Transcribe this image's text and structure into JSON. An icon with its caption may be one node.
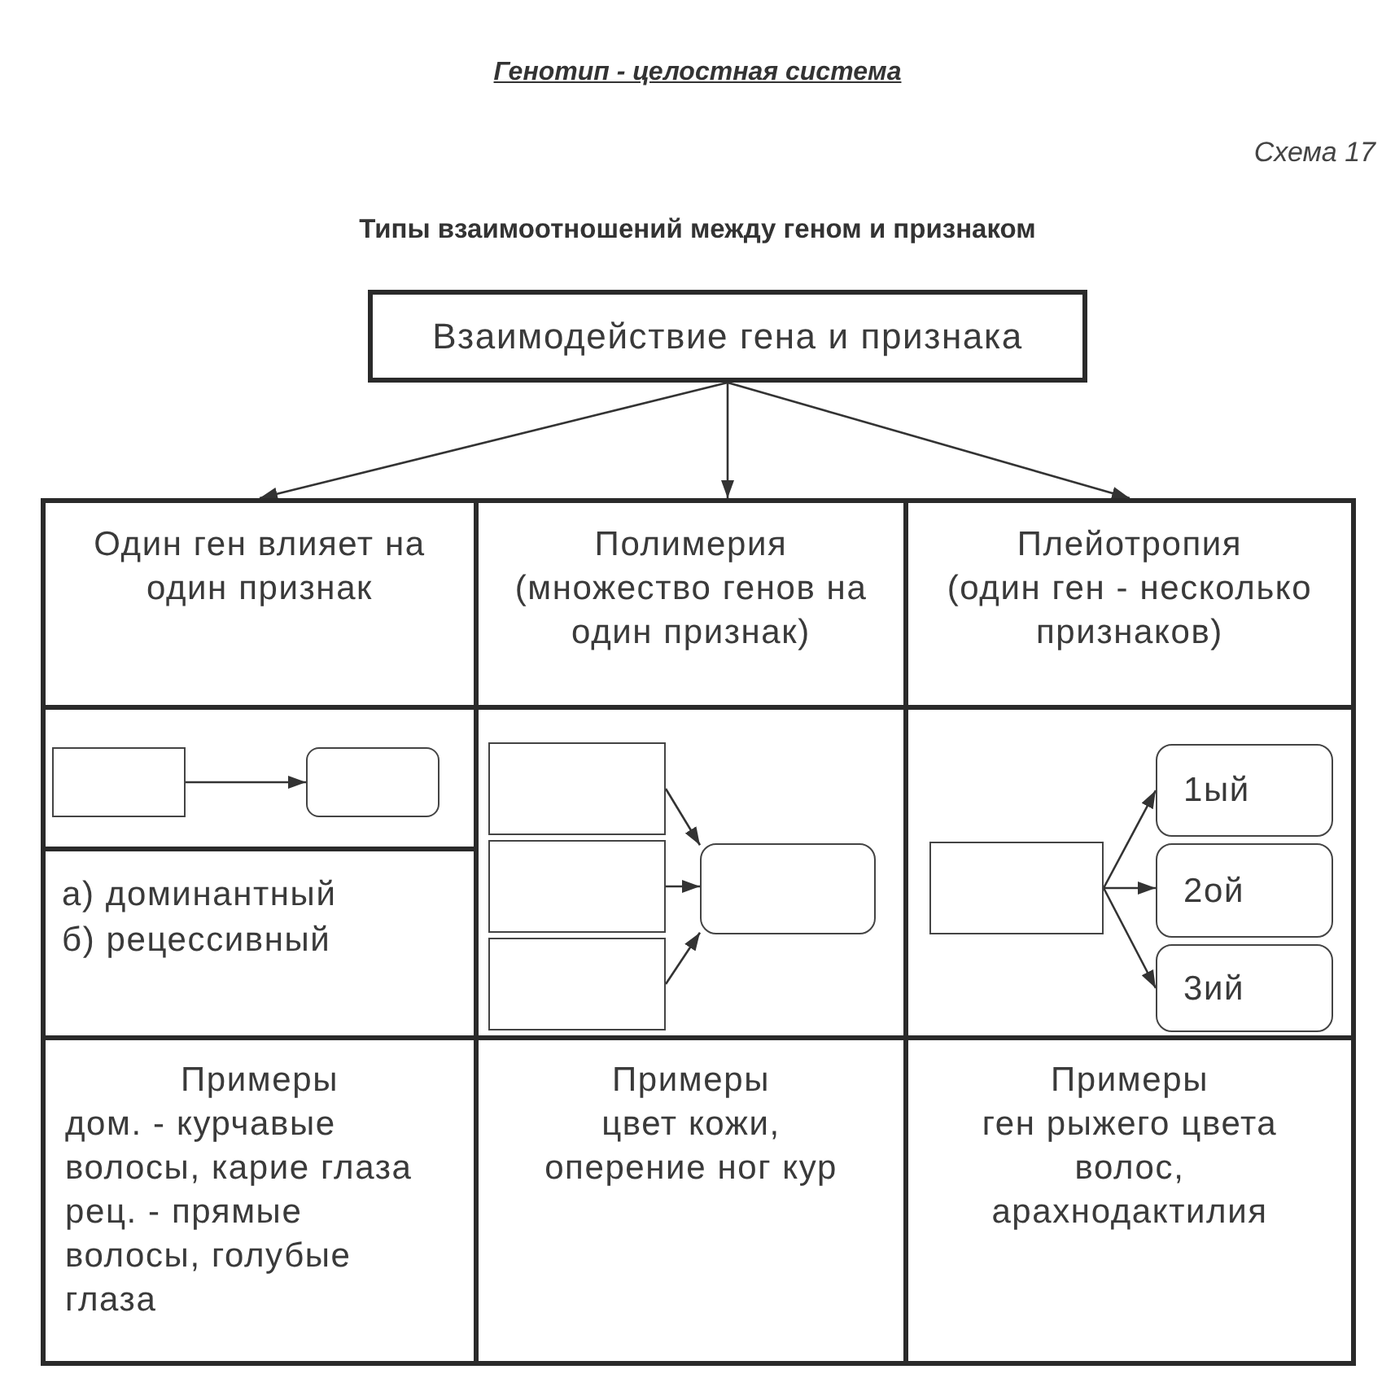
{
  "diagram": {
    "title": "Генотип - целостная система",
    "nodes": [
      {
        "text": [
          "Взаимодействие гена и признака"
        ]
      },
      {
        "text": [
          "Один ген влияет на один признак"
        ]
      },
      {
        "text": [
          "Полимерия",
          "(множество генов на один признак)"
        ]
      },
      {
        "text": [
          "Плейотропия",
          "(один ген - несколько признаков)"
        ]
      },
      {
        "text": [],
        "shape": "box"
      },
      {
        "text": [],
        "shape": "box",
        "in": 4
      },
      {
        "text": [],
        "shape": "box",
        "in": 4
      },
      {
        "text": [
          "а) доминантный",
          "б) рецессивный"
        ]
      },
      {
        "text": [],
        "shape": "box"
      },
      {
        "text": [],
        "shape": "box",
        "in": 8
      },
      {
        "text": [],
        "shape": "box",
        "in": 8
      },
      {
        "text": [],
        "shape": "box",
        "in": 8
      },
      {
        "text": [],
        "shape": "box",
        "in": 8
      },
      {
        "text": [],
        "shape": "box"
      },
      {
        "text": [],
        "shape": "box",
        "in": 13
      },
      {
        "text": [
          "1ый"
        ],
        "in": 13
      },
      {
        "text": [
          "2ой"
        ],
        "in": 13
      },
      {
        "text": [
          "3ий"
        ],
        "in": 13
      },
      {
        "text": [
          "Примеры",
          "дом. - курчавые волосы, карие глаза",
          "рец. - прямые волосы, голубые глаза"
        ]
      },
      {
        "text": [
          "Примеры",
          "цвет кожи, оперение ног кур"
        ]
      },
      {
        "text": [
          "Примеры",
          "ген рыжего цвета волос, арахнодактилия"
        ]
      }
    ],
    "edges": [
      {
        "from": 0,
        "to": 1,
        "arrow": "to"
      },
      {
        "from": 0,
        "to": 2,
        "arrow": "to"
      },
      {
        "from": 0,
        "to": 3,
        "arrow": "to"
      },
      {
        "from": 5,
        "to": 6,
        "arrow": "to"
      },
      {
        "from": 9,
        "to": 12,
        "arrow": "to"
      },
      {
        "from": 10,
        "to": 12,
        "arrow": "to"
      },
      {
        "from": 11,
        "to": 12,
        "arrow": "to"
      },
      {
        "from": 14,
        "to": 15,
        "arrow": "to"
      },
      {
        "from": 14,
        "to": 16,
        "arrow": "to"
      },
      {
        "from": 14,
        "to": 17,
        "arrow": "to"
      }
    ],
    "labels": [
      "Схема 17",
      "Типы взаимоотношений между геном и признаком"
    ]
  }
}
